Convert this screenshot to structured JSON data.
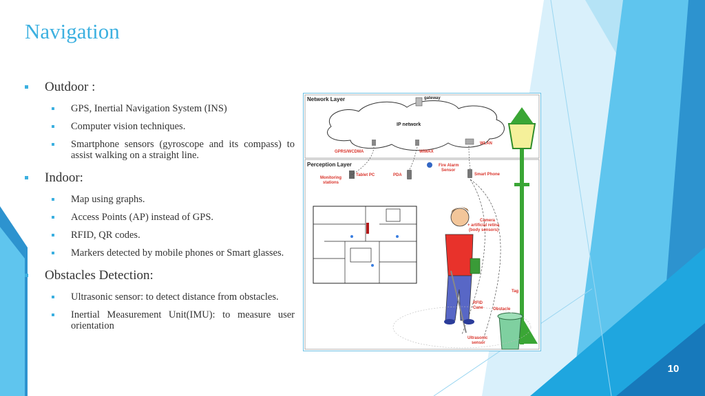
{
  "slide": {
    "title": "Navigation",
    "page_number": "10"
  },
  "bullets": [
    {
      "text": "Outdoor :",
      "sub": [
        "GPS, Inertial Navigation System (INS)",
        "Computer vision techniques.",
        "Smartphone sensors (gyroscope and its compass) to assist walking on a straight line."
      ]
    },
    {
      "text": "Indoor:",
      "sub": [
        "Map using graphs.",
        "Access Points (AP) instead of GPS.",
        "RFID, QR codes.",
        "Markers detected by mobile phones or Smart glasses."
      ]
    },
    {
      "text": "Obstacles Detection:",
      "sub": [
        "Ultrasonic sensor: to detect distance from obstacles.",
        "Inertial Measurement Unit(IMU): to measure user orientation"
      ]
    }
  ],
  "figure": {
    "network_layer": "Network Layer",
    "gateway": "gateway",
    "ip_network": "IP network",
    "gprs": "GPRS/WCDMA",
    "wimax": "WiMAX",
    "wlan": "WLAN",
    "perception_layer": "Perception Layer",
    "monitoring_line1": "Monitoring",
    "monitoring_line2": "stations",
    "tablet_pc": "Tablet PC",
    "pda": "PDA",
    "fire_line1": "Fire Alarm",
    "fire_line2": "Sensor",
    "smart_phone": "Smart Phone",
    "camera_line1": "Camera",
    "camera_line2": "+ artificial retina",
    "camera_line3": "(body sensors)",
    "tag": "Tag",
    "rfid_line1": "RFID",
    "rfid_line2": "Cane",
    "obstacle": "Obstacle",
    "ultra_line1": "Ultrasonic",
    "ultra_line2": "sensor"
  },
  "colors": {
    "accent": "#3cb0e0",
    "deco_light": "#bfe6f7",
    "deco_mid": "#59c3ec",
    "deco_dark": "#1a7fc1",
    "label_red": "#d9342b"
  }
}
